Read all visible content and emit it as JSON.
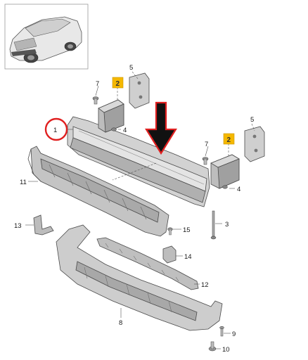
{
  "diagram": {
    "callouts": [
      {
        "id": "1",
        "text": "1"
      },
      {
        "id": "2a",
        "text": "2"
      },
      {
        "id": "2b",
        "text": "2"
      },
      {
        "id": "3",
        "text": "3"
      },
      {
        "id": "4a",
        "text": "4"
      },
      {
        "id": "4b",
        "text": "4"
      },
      {
        "id": "5a",
        "text": "5"
      },
      {
        "id": "5b",
        "text": "5"
      },
      {
        "id": "7a",
        "text": "7"
      },
      {
        "id": "7b",
        "text": "7"
      },
      {
        "id": "8",
        "text": "8"
      },
      {
        "id": "9",
        "text": "9"
      },
      {
        "id": "10",
        "text": "10"
      },
      {
        "id": "11",
        "text": "11"
      },
      {
        "id": "12",
        "text": "12"
      },
      {
        "id": "13",
        "text": "13"
      },
      {
        "id": "14",
        "text": "14"
      },
      {
        "id": "15",
        "text": "15"
      }
    ],
    "colors": {
      "highlight_circle": "#e02020",
      "badge_fill": "#f5b800",
      "arrow_fill": "#111111",
      "arrow_outline": "#e02020",
      "part_fill_light": "#d9d9d9",
      "part_fill_mid": "#bdbdbd",
      "part_fill_dark": "#8c8c8c"
    },
    "icons": [
      "car-thumbnail-icon",
      "down-arrow-icon"
    ]
  }
}
